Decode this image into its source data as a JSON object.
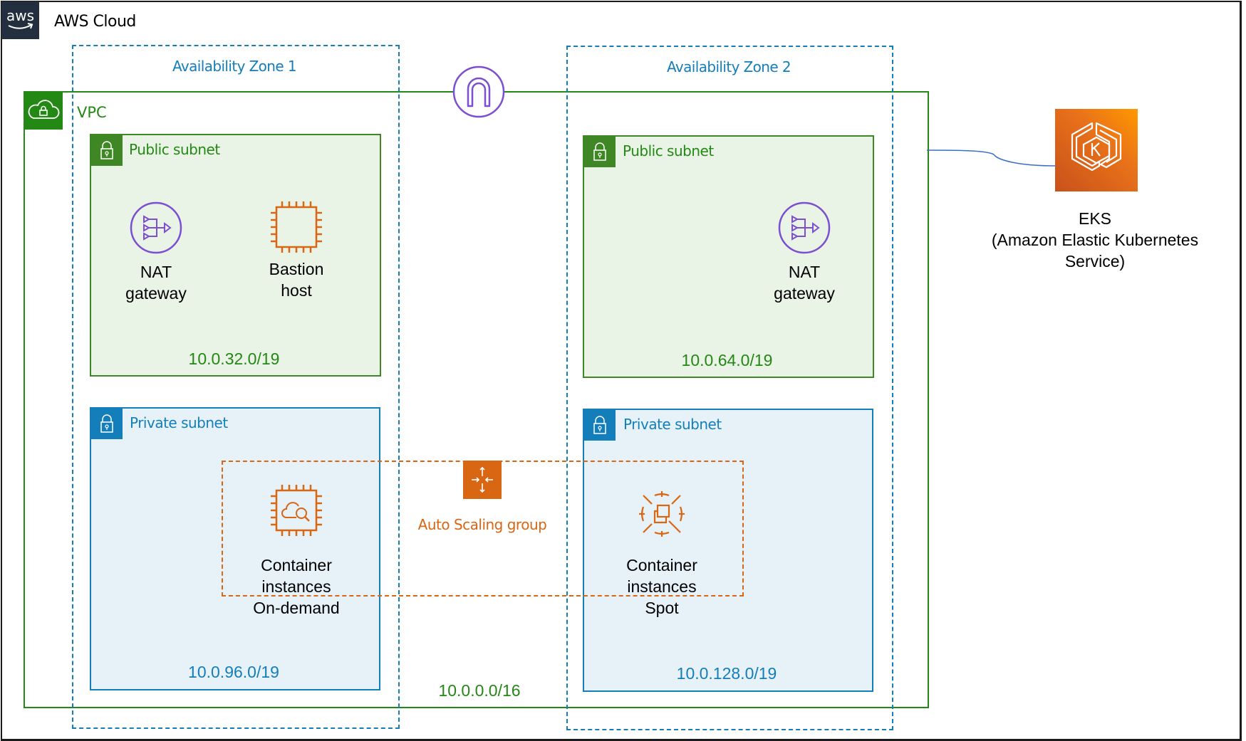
{
  "diagram": {
    "title": "AWS Cloud",
    "logo": "aws-logo",
    "colors": {
      "vpc_green": "#248814",
      "public_subnet_bg": "#e9f3e6",
      "private_subnet_bg": "#e6f2f8",
      "az_blue": "#147eba",
      "network_purple": "#8c4fff",
      "compute_orange": "#d86613",
      "aws_dark": "#232f3e"
    },
    "availability_zones": [
      {
        "label": "Availability Zone 1"
      },
      {
        "label": "Availability Zone 2"
      }
    ],
    "vpc": {
      "label": "VPC",
      "cidr": "10.0.0.0/16",
      "icon": "vpc-cloud-lock-icon",
      "internet_gateway_icon": "internet-gateway-icon"
    },
    "subnets": {
      "public_1": {
        "title": "Public subnet",
        "cidr": "10.0.32.0/19",
        "nodes": [
          {
            "label_line1": "NAT",
            "label_line2": "gateway",
            "icon": "nat-gateway-icon"
          },
          {
            "label_line1": "Bastion",
            "label_line2": "host",
            "icon": "ec2-instance-icon"
          }
        ]
      },
      "public_2": {
        "title": "Public subnet",
        "cidr": "10.0.64.0/19",
        "nodes": [
          {
            "label_line1": "NAT",
            "label_line2": "gateway",
            "icon": "nat-gateway-icon"
          }
        ]
      },
      "private_1": {
        "title": "Private subnet",
        "cidr": "10.0.96.0/19",
        "nodes": [
          {
            "label_line1": "Container",
            "label_line2": "instances",
            "label_line3": "On-demand",
            "icon": "container-instance-icon"
          }
        ]
      },
      "private_2": {
        "title": "Private subnet",
        "cidr": "10.0.128.0/19",
        "nodes": [
          {
            "label_line1": "Container",
            "label_line2": "instances",
            "label_line3": "Spot",
            "icon": "spot-instance-icon"
          }
        ]
      }
    },
    "auto_scaling_group": {
      "label": "Auto Scaling group",
      "icon": "auto-scaling-icon"
    },
    "eks": {
      "label_line1": "EKS",
      "label_line2": "(Amazon Elastic Kubernetes",
      "label_line3": "Service)",
      "icon": "eks-icon"
    }
  }
}
